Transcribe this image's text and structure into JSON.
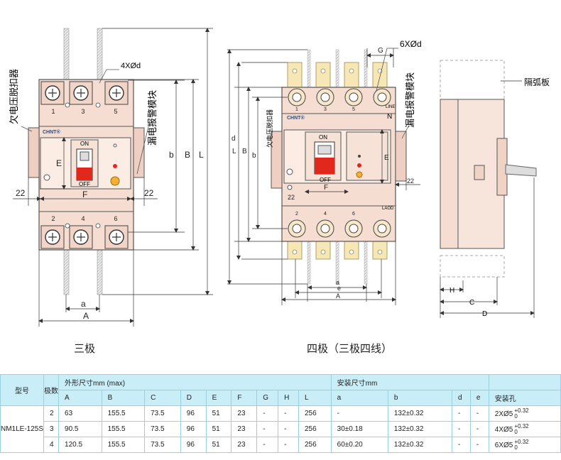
{
  "drawing1": {
    "caption": "三极",
    "brand": "CHNT®",
    "on": "ON",
    "off": "OFF",
    "top_terms": [
      "1",
      "3",
      "5"
    ],
    "bot_terms": [
      "2",
      "4",
      "6"
    ],
    "holes": "4XØd",
    "left_vlabel": "欠电压脱扣器",
    "right_vlabel": "漏电报警模块",
    "dims": {
      "E": "E",
      "F": "F",
      "a": "a",
      "A": "A",
      "b": "b",
      "B": "B",
      "L": "L",
      "left22": "22",
      "right22": "22"
    }
  },
  "drawing2": {
    "caption": "四极（三极四线）",
    "brand": "CHNT®",
    "on": "ON",
    "off": "OFF",
    "line": "LINE",
    "laod": "LAOD",
    "n": "N",
    "top_terms": [
      "1",
      "3",
      "5"
    ],
    "bot_terms": [
      "2",
      "4",
      "6"
    ],
    "holes": "6XØd",
    "inner_vlabel": "欠电压脱扣器",
    "right_vlabel": "漏电报警模块",
    "dims": {
      "G": "G",
      "E": "E",
      "F": "F",
      "a": "a",
      "e": "e",
      "A": "A",
      "b": "b",
      "B": "B",
      "L": "L",
      "d": "d",
      "r22": "22",
      "b22": "22"
    }
  },
  "drawing3": {
    "label": "隔弧板",
    "dims": {
      "H": "H",
      "C": "C",
      "D": "D"
    }
  },
  "table": {
    "model_header": "型号",
    "poles_header": "极数",
    "outer_header": "外形尺寸mm   (max)",
    "mount_header": "安装尺寸mm",
    "cols": [
      "A",
      "B",
      "C",
      "D",
      "E",
      "F",
      "G",
      "H",
      "L",
      "a",
      "b",
      "d",
      "e"
    ],
    "hole_header": "安装孔",
    "model": "NM1LE-125S",
    "rows": [
      {
        "poles": "2",
        "A": "63",
        "B": "155.5",
        "C": "73.5",
        "D": "96",
        "E": "51",
        "F": "23",
        "G": "-",
        "H": "-",
        "L": "256",
        "a": "-",
        "b": "132±0.32",
        "d": "-",
        "e": "-",
        "hole": "2XØ5",
        "tol_up": "+0.32",
        "tol_dn": "0"
      },
      {
        "poles": "3",
        "A": "90.5",
        "B": "155.5",
        "C": "73.5",
        "D": "96",
        "E": "51",
        "F": "23",
        "G": "-",
        "H": "-",
        "L": "256",
        "a": "30±0.18",
        "b": "132±0.32",
        "d": "-",
        "e": "-",
        "hole": "4XØ5",
        "tol_up": "+0.32",
        "tol_dn": "0"
      },
      {
        "poles": "4",
        "A": "120.5",
        "B": "155.5",
        "C": "73.5",
        "D": "96",
        "E": "51",
        "F": "23",
        "G": "-",
        "H": "-",
        "L": "256",
        "a": "60±0.20",
        "b": "132±0.32",
        "d": "-",
        "e": "-",
        "hole": "6XØ5",
        "tol_up": "+0.32",
        "tol_dn": "0"
      }
    ]
  }
}
